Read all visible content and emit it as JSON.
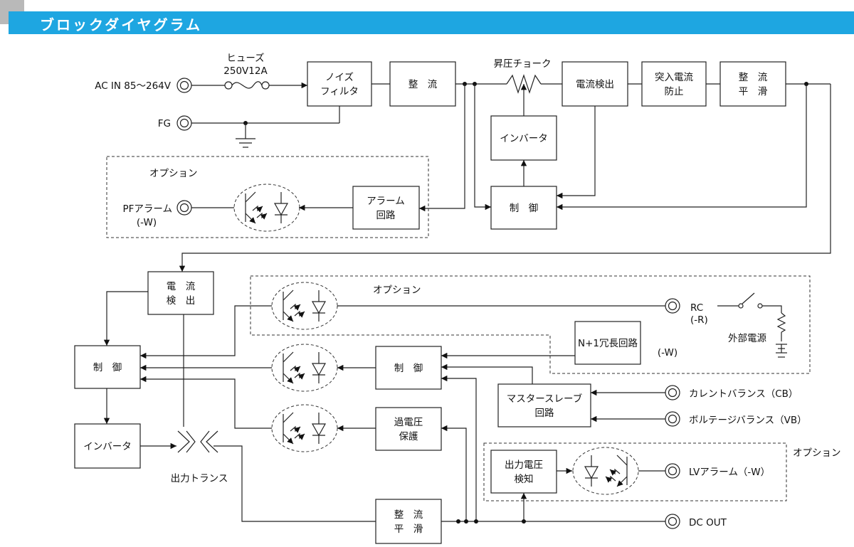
{
  "title": "ブロックダイヤグラム",
  "colors": {
    "header_bar": "#1ea6e1",
    "header_tab": "#b9b9b9",
    "line": "#222222"
  },
  "blocks": {
    "noise_filter": [
      "ノイズ",
      "フィルタ"
    ],
    "rectifier_top": "整　流",
    "current_detect_top": "電流検出",
    "inrush": [
      "突入電流",
      "防止"
    ],
    "rect_smooth_top": [
      "整　流",
      "平　滑"
    ],
    "inverter_top": "インバータ",
    "control_top": "制　御",
    "alarm_circuit": [
      "アラーム",
      "回路"
    ],
    "current_detect_mid": [
      "電　流",
      "検　出"
    ],
    "control_left": "制　御",
    "inverter_bottom": "インバータ",
    "control_mid": "制　御",
    "overvoltage": [
      "過電圧",
      "保護"
    ],
    "master_slave": [
      "マスタースレーブ",
      "回路"
    ],
    "redundancy": "N+1冗長回路",
    "output_voltage_detect": [
      "出力電圧",
      "検知"
    ],
    "rect_smooth_bottom": [
      "整　流",
      "平　滑"
    ]
  },
  "labels": {
    "fuse": [
      "ヒューズ",
      "250V12A"
    ],
    "boost_choke": "昇圧チョーク",
    "output_transformer": "出力トランス",
    "external_power": "外部電源",
    "option": "オプション",
    "w_suffix": "(-W)"
  },
  "terminals": {
    "ac_in": "AC IN 85～264V",
    "fg": "FG",
    "pf_alarm": [
      "PFアラーム",
      "(-W)"
    ],
    "rc": [
      "RC",
      "(-R)"
    ],
    "current_balance": "カレントバランス（CB）",
    "voltage_balance": "ボルテージバランス（VB）",
    "lv_alarm": "LVアラーム（-W）",
    "dc_out": "DC OUT"
  },
  "icons": [
    "terminal-icon",
    "fuse-icon",
    "ground-icon",
    "photocoupler-icon",
    "switch-icon",
    "resistor-icon",
    "transformer-icon",
    "choke-icon"
  ]
}
